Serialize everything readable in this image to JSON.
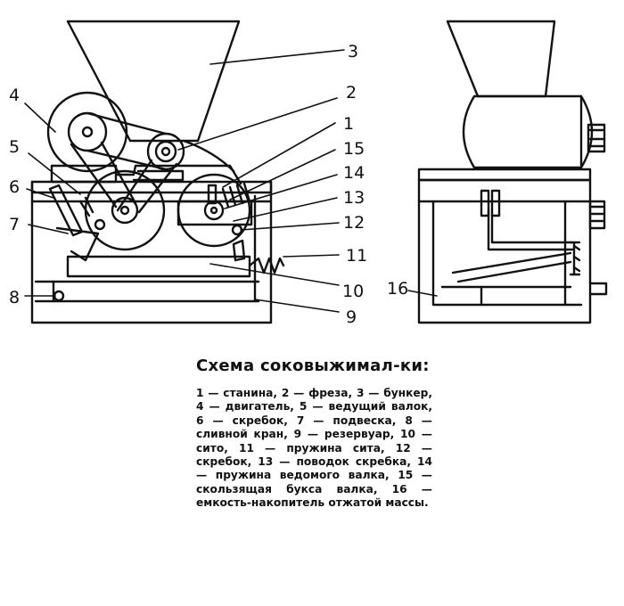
{
  "caption": {
    "title": "Схема соковыжимал-ки:",
    "legend": "1 — станина, 2 — фреза, 3 — бункер, 4 — двигатель, 5 — ведущий валок, 6 — скребок, 7 — подвеска, 8 — сливной кран, 9 — резервуар, 10 — сито, 11 — пружина сита, 12 — скребок, 13 — поводок скребка, 14 — пружина ведомого валка, 15 — скользящая букса валка, 16 — емкость-накопитель отжатой массы."
  },
  "callouts": [
    {
      "id": "1",
      "label": "1"
    },
    {
      "id": "2",
      "label": "2"
    },
    {
      "id": "3",
      "label": "3"
    },
    {
      "id": "4",
      "label": "4"
    },
    {
      "id": "5",
      "label": "5"
    },
    {
      "id": "6",
      "label": "6"
    },
    {
      "id": "7",
      "label": "7"
    },
    {
      "id": "8",
      "label": "8"
    },
    {
      "id": "9",
      "label": "9"
    },
    {
      "id": "10",
      "label": "10"
    },
    {
      "id": "11",
      "label": "11"
    },
    {
      "id": "12",
      "label": "12"
    },
    {
      "id": "13",
      "label": "13"
    },
    {
      "id": "14",
      "label": "14"
    },
    {
      "id": "15",
      "label": "15"
    },
    {
      "id": "16",
      "label": "16"
    }
  ]
}
